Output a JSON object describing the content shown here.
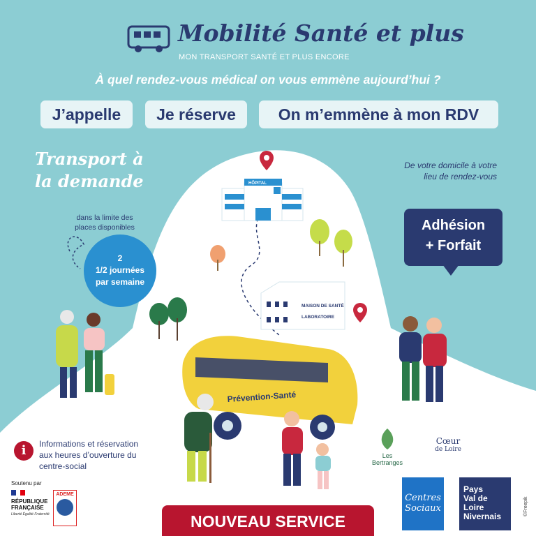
{
  "header": {
    "title": "Mobilité Santé et plus",
    "subtitle": "MON TRANSPORT SANTÉ ET PLUS ENCORE",
    "logo_icon": "bus-icon"
  },
  "question": "À quel rendez-vous médical on vous emmène aujourd’hui ?",
  "steps": [
    {
      "label": "J’appelle"
    },
    {
      "label": "Je réserve"
    },
    {
      "label": "On m’emmène à mon RDV"
    }
  ],
  "transport": {
    "title_line1": "Transport à",
    "title_line2": "la demande",
    "limit_line1": "dans la limite des",
    "limit_line2": "places disponibles",
    "circle_line1": "2",
    "circle_line2": "1/2 journées",
    "circle_line3": "par semaine"
  },
  "domicile": {
    "line1": "De votre domicile à votre",
    "line2": "lieu de rendez-vous"
  },
  "adhesion": {
    "line1": "Adhésion",
    "line2": "+ Forfait"
  },
  "illustration": {
    "hospital_label": "HÔPITAL",
    "maison_line1": "MAISON DE SANTÉ",
    "maison_line2": "LABORATOIRE",
    "bus_label": "Prévention-Santé"
  },
  "info": {
    "line1": "Informations et réservation",
    "line2": "aux heures d’ouverture du",
    "line3": "centre-social",
    "icon": "info-icon"
  },
  "footer": {
    "soutenu": "Soutenu par",
    "rf_line1": "RÉPUBLIQUE",
    "rf_line2": "FRANÇAISE",
    "rf_motto": "Liberté Égalité Fraternité",
    "ademe": "ADEME",
    "nouveau": "NOUVEAU SERVICE",
    "bertranges_line1": "Les",
    "bertranges_line2": "Bertranges",
    "coeur_line1": "Cœur",
    "coeur_line2": "de Loire",
    "centres_line1": "Centres",
    "centres_line2": "Sociaux",
    "pays_line1": "Pays",
    "pays_line2": "Val de",
    "pays_line3": "Loire",
    "pays_line4": "Nivernais",
    "credit": "©Freepik"
  },
  "colors": {
    "background": "#8ccdd3",
    "navy": "#2a3a70",
    "red": "#b8152f",
    "blue": "#2a90d0",
    "bus_yellow": "#f2d13c"
  }
}
